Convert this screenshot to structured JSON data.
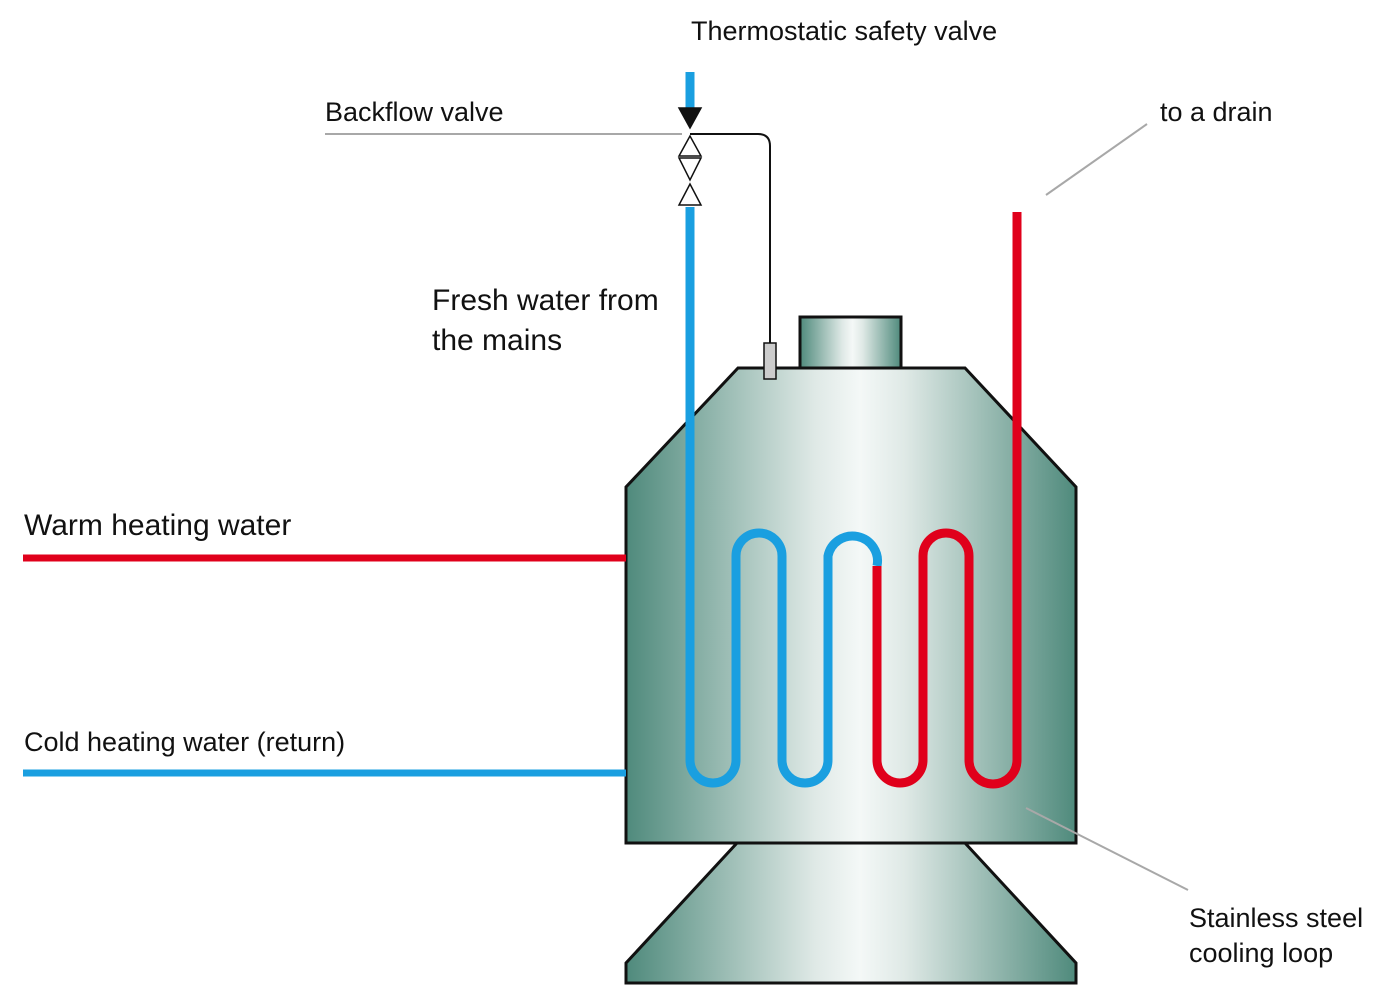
{
  "diagram": {
    "labels": {
      "thermostatic_valve": "Thermostatic safety valve",
      "backflow_valve": "Backflow valve",
      "fresh_water_line1": "Fresh water from",
      "fresh_water_line2": "the mains",
      "to_drain": "to a drain",
      "warm_heating": "Warm heating water",
      "cold_heating": "Cold heating water (return)",
      "cooling_loop_line1": "Stainless steel",
      "cooling_loop_line2": "cooling loop"
    },
    "colors": {
      "cold_water": "#1a9fe0",
      "hot_water": "#e0001b",
      "tank_dark": "#4f8a7c",
      "tank_light": "#f2f6f5",
      "outline": "#111111",
      "leader_line": "#a8a8a8"
    }
  }
}
